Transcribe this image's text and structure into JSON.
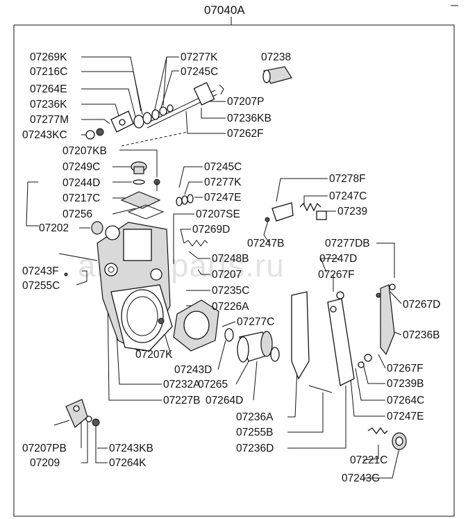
{
  "title": "07040A",
  "watermark": "ancat-parts.ru",
  "labels": [
    "07269K",
    "07216C",
    "07264E",
    "07236K",
    "07277M",
    "07243KC",
    "07277K",
    "07245C",
    "07238",
    "07207P",
    "07236KB",
    "07262F",
    "07207KB",
    "07249C",
    "07244D",
    "07217C",
    "07256",
    "07202",
    "07245C",
    "07277K",
    "07247E",
    "07207SE",
    "07269D",
    "07278F",
    "07247C",
    "07239",
    "07243F",
    "07255C",
    "07248B",
    "07207",
    "07235C",
    "07247B",
    "07277DB",
    "07247D",
    "07267F",
    "07267D",
    "07226A",
    "07277C",
    "07236B",
    "07207K",
    "07243D",
    "07267F",
    "07239B",
    "07265",
    "07264C",
    "07232A",
    "07264D",
    "07227B",
    "07236A",
    "07247E",
    "07255B",
    "07207PB",
    "07243KB",
    "07236D",
    "07209",
    "07264K",
    "07221C",
    "07243G"
  ]
}
